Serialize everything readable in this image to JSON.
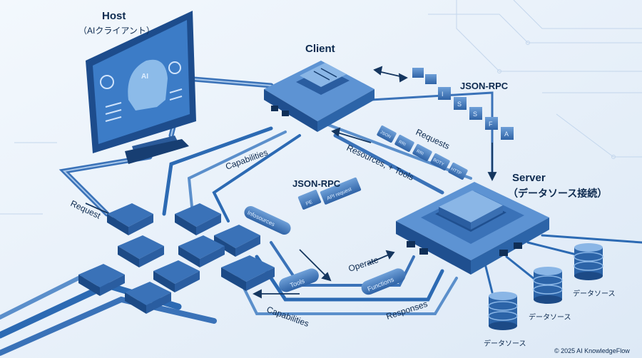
{
  "host": {
    "title": "Host",
    "subtitle": "（AIクライアント）"
  },
  "client": {
    "title": "Client"
  },
  "server": {
    "title": "Server",
    "subtitle": "（データソース接続）"
  },
  "json_rpc_top": "JSON-RPC",
  "json_rpc_mid": "JSON-RPC",
  "protocol_blocks": [
    "I",
    "S",
    "S",
    "F",
    "A"
  ],
  "packets": [
    "JSON",
    "RRI",
    "RRI",
    "BOTY",
    "HTTP"
  ],
  "mid_packets": [
    "PE",
    "API request"
  ],
  "labels": {
    "capabilities_top": "Capabilities",
    "requests": "Requests",
    "resources_tools": "Resources, + Tools",
    "request": "Request",
    "infosources": "Infosources",
    "operate": "Operate",
    "tools": "Tools",
    "functions": "Functions",
    "capabilities_bottom": "Capabilities",
    "responses": "Responses"
  },
  "datasources": [
    "データソース",
    "データソース",
    "データソース"
  ],
  "footer": "© 2025 AI KnowledgeFlow",
  "colors": {
    "accent": "#2c6ab3",
    "dark": "#15365f",
    "background": "#e9f2fb"
  }
}
